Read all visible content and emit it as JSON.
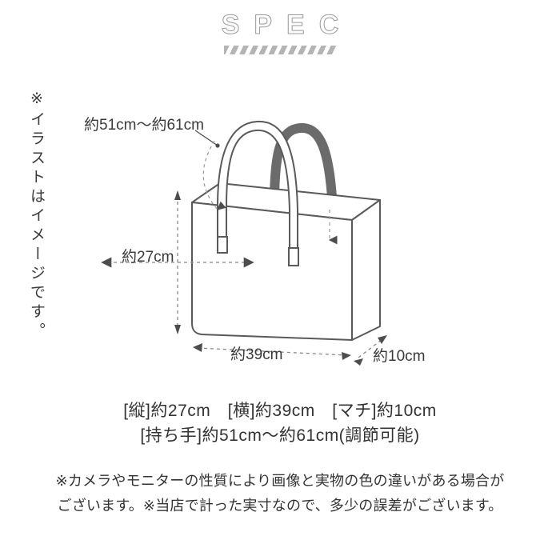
{
  "header": {
    "title": "SPEC",
    "underline_icon": "striped-banner"
  },
  "side_note": {
    "text": "※イラストはイメージです。"
  },
  "illustration": {
    "alt_name": "tote-bag-diagram",
    "labels": {
      "handle": "約51cm〜約61cm",
      "height": "約27cm",
      "width": "約39cm",
      "depth": "約10cm"
    }
  },
  "spec_lines": [
    "[縦]約27cm　[横]約39cm　[マチ]約10cm",
    "[持ち手]約51cm〜約61cm(調節可能)"
  ],
  "disclaimer": [
    "※カメラやモニターの性質により画像と実物の色の違いがある場合が",
    "ございます。※当店で計った実寸なので、多少の誤差がございます。"
  ],
  "colors": {
    "background": "#ffffff",
    "text": "#333333",
    "outline": "#5a5a5a",
    "handle_fill": "#6b6b6b",
    "dim_line": "#8a8a8a",
    "stripe": "#b4b4b4"
  }
}
